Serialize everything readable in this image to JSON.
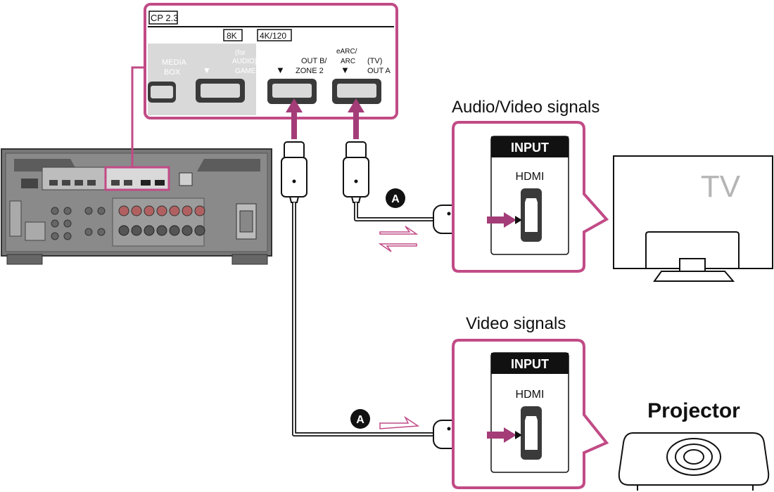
{
  "colors": {
    "accent": "#c14b86",
    "arrow": "#a43c78",
    "panel": "#d9d9d9",
    "jack": "#3a3a3a",
    "dark": "#111111",
    "tv_label": "#b5b5b5"
  },
  "zoom_panel": {
    "hdcp_label": "CP 2.3",
    "badge_8k": "8K",
    "badge_4k120": "4K/120",
    "port_media_box": "MEDIA\nBOX",
    "port_game": "(for\nAUDIO)\nGAME",
    "port_arrow_1": "▼",
    "port_arrow_2": "▼",
    "port_out_b": "OUT B/\nZONE 2",
    "port_earc": "eARC/\nARC",
    "port_out_a": "(TV)\nOUT A"
  },
  "labels": {
    "av_signals": "Audio/Video signals",
    "video_signals": "Video signals",
    "tv": "TV",
    "projector": "Projector",
    "cable_marker": "A"
  },
  "inputs": {
    "tv_input_label": "INPUT",
    "tv_hdmi_label": "HDMI",
    "projector_input_label": "INPUT",
    "projector_hdmi_label": "HDMI"
  },
  "icons": {
    "bidirectional": "bidirectional-arrows-icon",
    "unidirectional": "right-arrow-icon",
    "hdmi_plug": "hdmi-plug-icon",
    "hdmi_jack": "hdmi-jack-icon"
  }
}
